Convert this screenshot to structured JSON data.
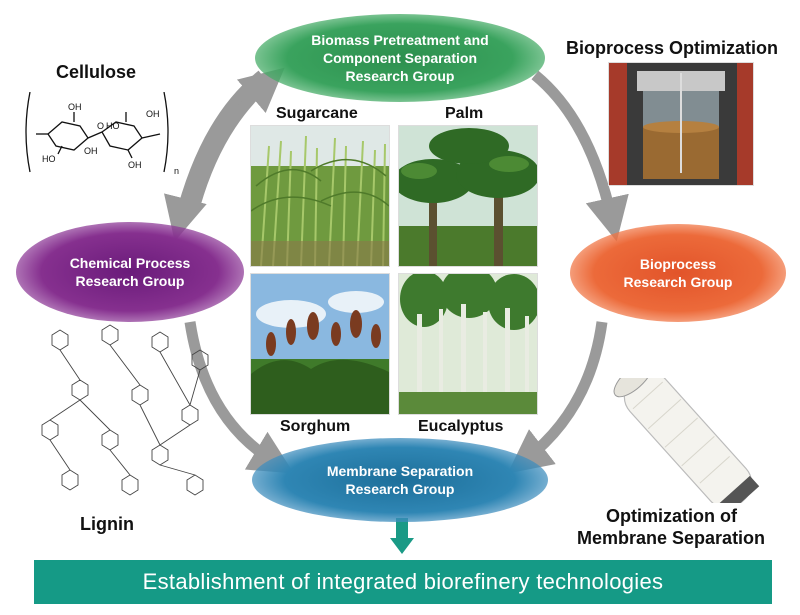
{
  "groups": {
    "biomass": [
      "Biomass Pretreatment and",
      "Component Separation",
      "Research Group"
    ],
    "chemical": [
      "Chemical Process",
      "Research Group"
    ],
    "bioprocess": [
      "Bioprocess",
      "Research Group"
    ],
    "membrane": [
      "Membrane Separation",
      "Research Group"
    ]
  },
  "labels": {
    "cellulose": "Cellulose",
    "lignin": "Lignin",
    "bioprocess_optimization": "Bioprocess Optimization",
    "membrane_optimization_line1": "Optimization of",
    "membrane_optimization_line2": "Membrane Separation"
  },
  "plants": {
    "sugarcane": "Sugarcane",
    "palm": "Palm",
    "sorghum": "Sorghum",
    "eucalyptus": "Eucalyptus"
  },
  "cellulose_structure": {
    "oh": "OH",
    "ho": "HO",
    "o": "O",
    "n": "n"
  },
  "banner": "Establishment of integrated biorefinery technologies",
  "colors": {
    "biomass": "#2d8f4e",
    "chemical": "#6a1b7a",
    "bioprocess": "#e2542a",
    "membrane": "#1d6f9a",
    "banner": "#159a86",
    "arrow": "#9a9a9a"
  }
}
